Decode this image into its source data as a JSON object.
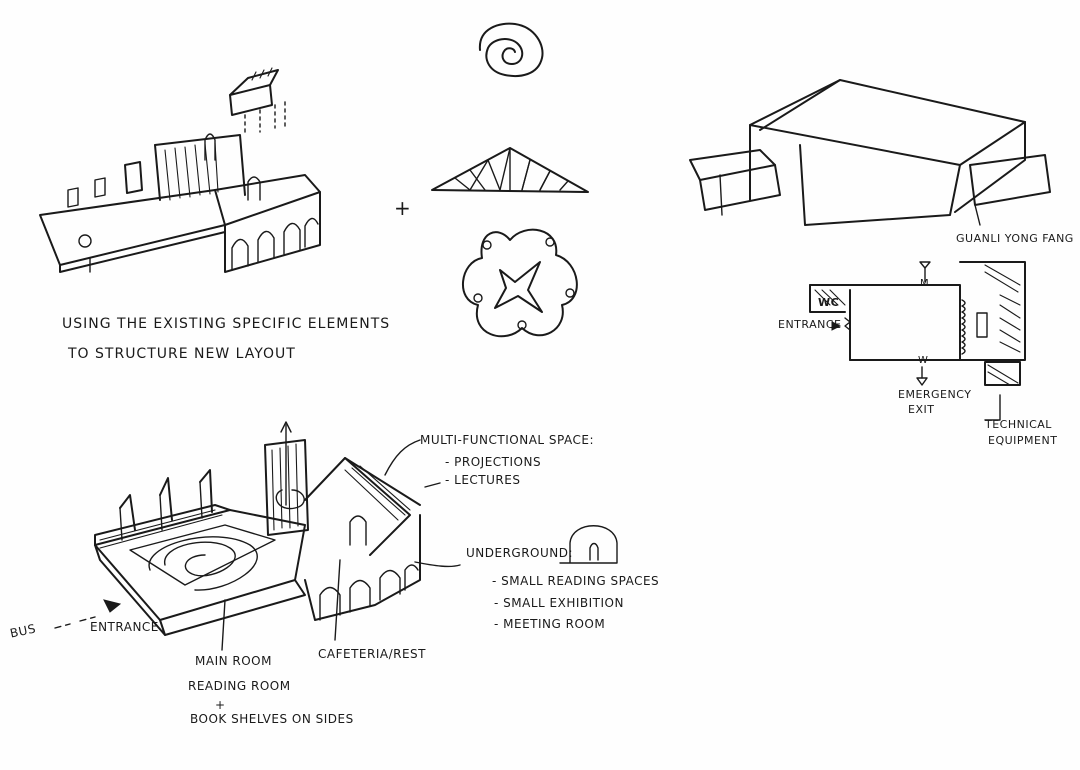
{
  "intro": {
    "line1": "USING THE EXISTING SPECIFIC ELEMENTS",
    "line2": "TO STRUCTURE NEW LAYOUT"
  },
  "plus_sign": "+",
  "plan": {
    "guanli": "GUANLI YONG FANG",
    "wc": "WC",
    "entrance": "ENTRANCE",
    "emergency_line1": "EMERGENCY",
    "emergency_line2": "EXIT",
    "technical_line1": "TECHNICAL",
    "technical_line2": "EQUIPMENT",
    "marker_m": "M",
    "marker_w": "W"
  },
  "layout": {
    "multi_title": "MULTI-FUNCTIONAL SPACE:",
    "multi_items": [
      "- PROJECTIONS",
      "- LECTURES"
    ],
    "underground_title": "UNDERGROUND:",
    "underground_items": [
      "- SMALL READING SPACES",
      "- SMALL EXHIBITION",
      "- MEETING ROOM"
    ],
    "bus": "BUS",
    "entrance": "ENTRANCE",
    "main_line1": "MAIN ROOM",
    "main_line2": "READING ROOM",
    "main_plus": "+",
    "main_line3": "BOOK SHELVES ON SIDES",
    "cafeteria": "CAFETERIA/REST"
  }
}
